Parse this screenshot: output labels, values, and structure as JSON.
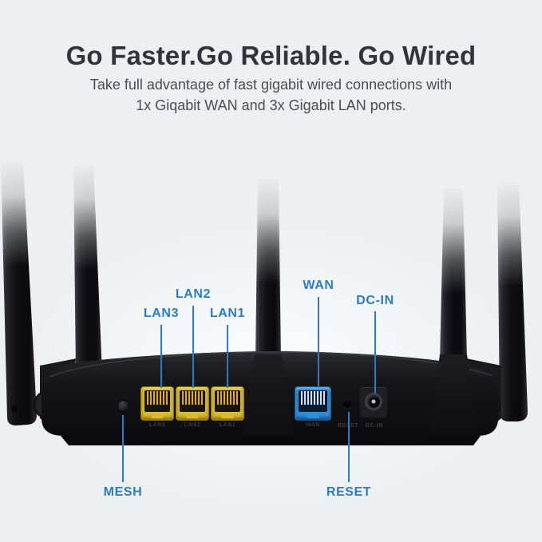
{
  "header": {
    "title": "Go Faster.Go Reliable. Go Wired",
    "subtitle_line1": "Take full advantage of fast gigabit wired connections with",
    "subtitle_line2": "1x Giqabit WAN and 3x Gigabit LAN ports."
  },
  "callouts": {
    "lan3": "LAN3",
    "lan2": "LAN2",
    "lan1": "LAN1",
    "wan": "WAN",
    "dcin": "DC-IN",
    "mesh": "MESH",
    "reset": "RESET"
  },
  "silkscreen": {
    "lan3": "LAN3",
    "lan2": "LAN2",
    "lan1": "LAN1",
    "wan": "WAN",
    "reset": "RESET",
    "dcin": "DC-IN"
  },
  "colors": {
    "background": "#EDF0F2",
    "accent_blue": "#2B7DC2",
    "lan_port_yellow": "#D9BC2E",
    "wan_port_blue": "#2F8ED8",
    "device_black": "#131316",
    "title_text": "#33333B",
    "subtitle_text": "#4C4C54"
  }
}
